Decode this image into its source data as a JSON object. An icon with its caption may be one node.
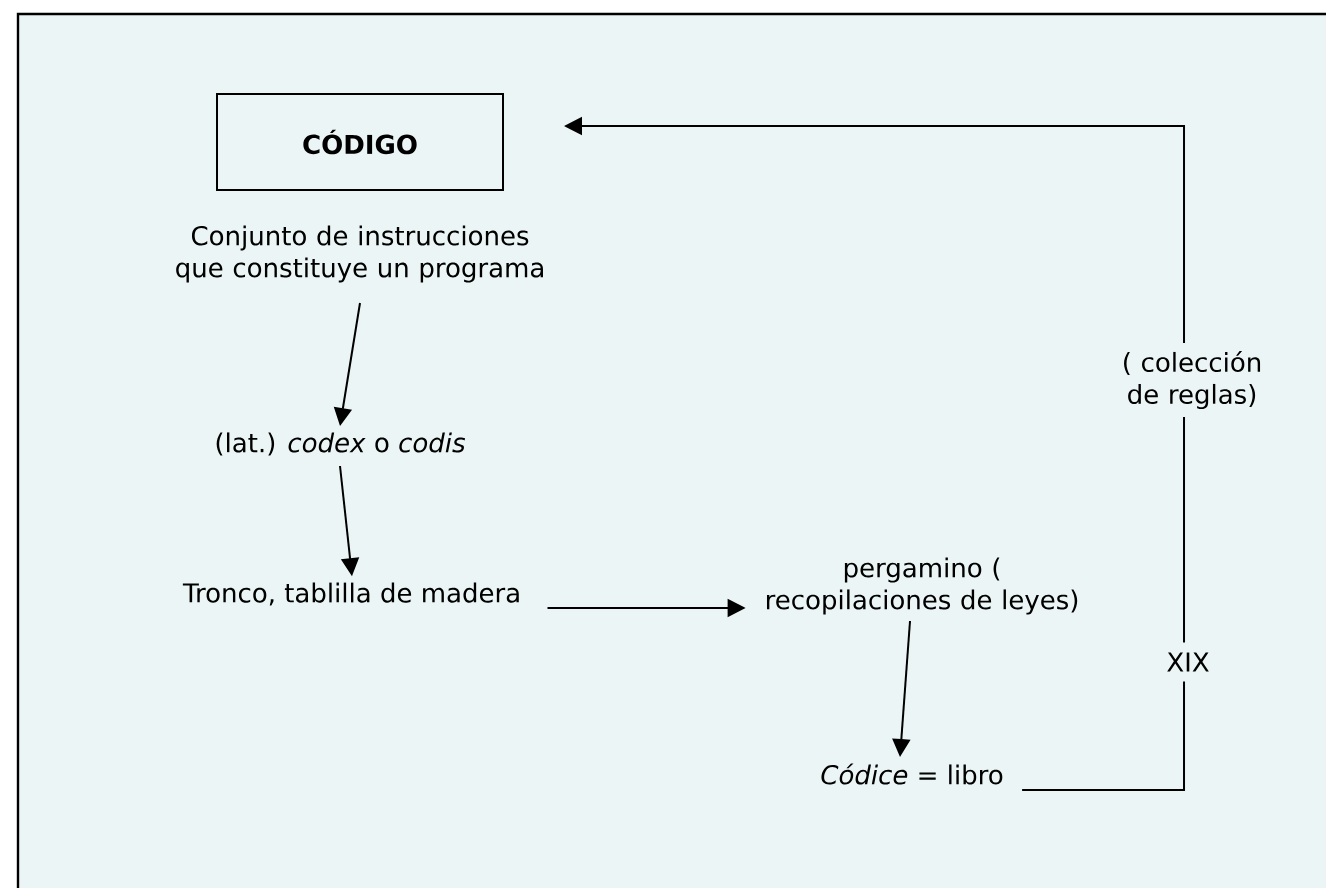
{
  "diagram": {
    "nodes": [
      {
        "text": [
          "CÓDIGO"
        ]
      },
      {
        "text": [
          "Conjunto de instrucciones que constituye un programa"
        ]
      },
      {
        "text": [
          "(lat.) *codex* o *codis*"
        ]
      },
      {
        "text": [
          "Tronco, tablilla de madera"
        ]
      },
      {
        "text": [
          "pergamino ( recopilaciones de leyes)"
        ]
      },
      {
        "text": [
          "*Códice* = libro"
        ]
      }
    ],
    "edges": [
      {
        "from": 1,
        "to": 2,
        "arrow": "to"
      },
      {
        "from": 2,
        "to": 3,
        "arrow": "to"
      },
      {
        "from": 3,
        "to": 4,
        "arrow": "to"
      },
      {
        "from": 4,
        "to": 5,
        "arrow": "to"
      },
      {
        "from": 5,
        "to": 0,
        "arrow": "to",
        "label": "( colección de reglas)"
      }
    ],
    "labels": [
      "XIX"
    ]
  }
}
